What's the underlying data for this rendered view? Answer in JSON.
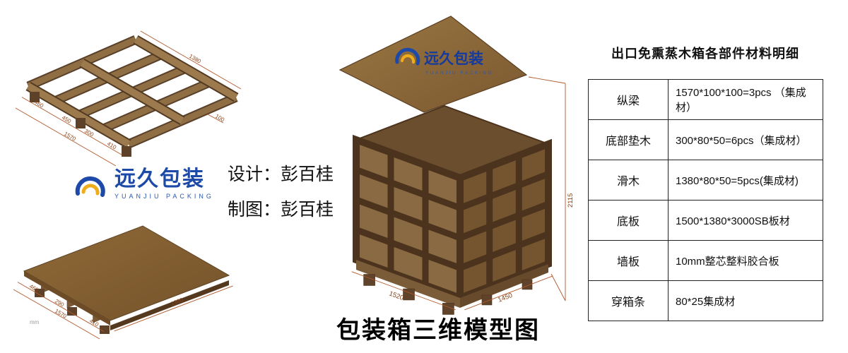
{
  "page": {
    "title": "包装箱三维模型图",
    "unit_note": "mm"
  },
  "credits": {
    "design": "设计：彭百桂",
    "drafting": "制图：彭百桂"
  },
  "logo": {
    "name": "远久包装",
    "subtitle": "YUANJIU PACKING"
  },
  "materials_table": {
    "title": "出口免熏蒸木箱各部件材料明细",
    "rows": [
      {
        "part": "纵梁",
        "spec": "1570*100*100=3pcs （集成材）"
      },
      {
        "part": "底部垫木",
        "spec": "300*80*50=6pcs（集成材）"
      },
      {
        "part": "滑木",
        "spec": "1380*80*50=5pcs(集成材)"
      },
      {
        "part": "底板",
        "spec": "1500*1380*3000SB板材"
      },
      {
        "part": "墙板",
        "spec": "10mm整芯整料胶合板"
      },
      {
        "part": "穿箱条",
        "spec": "80*25集成材"
      }
    ]
  },
  "dimensions": {
    "pallet_frame": {
      "chain": [
        "460",
        "450",
        "300",
        "410"
      ],
      "total": "1570",
      "width": "1380",
      "small": "100"
    },
    "pallet_deck": {
      "chain": [
        "460",
        "290",
        "410"
      ],
      "total": "1570",
      "width": "1380"
    },
    "crate": {
      "height": "2115",
      "front": "1520",
      "side": "1450"
    }
  }
}
